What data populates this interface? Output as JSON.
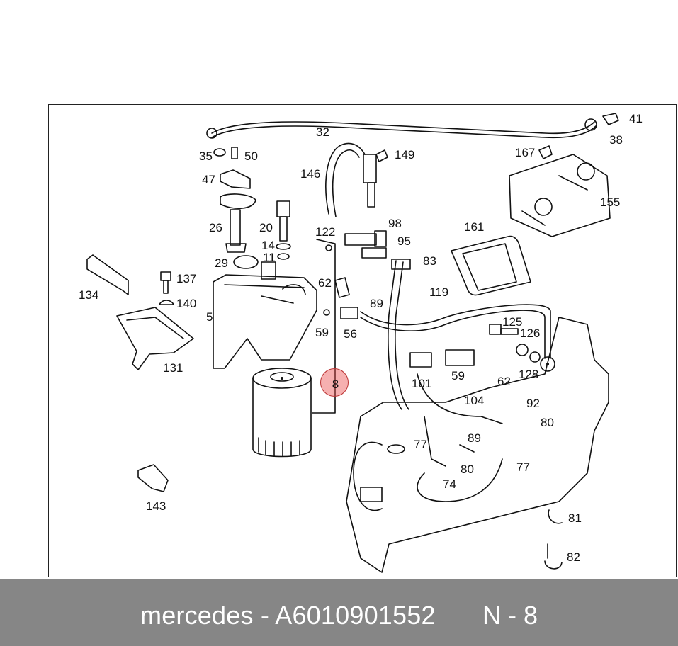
{
  "caption": {
    "text": "mercedes - A6010901552",
    "code": "N - 8"
  },
  "highlight": {
    "label": "8",
    "color": "#e05a5a"
  },
  "colors": {
    "caption_bg": "#868686",
    "caption_text": "#ffffff",
    "line": "#111111"
  },
  "labels": [
    "41",
    "32",
    "149",
    "38",
    "167",
    "35",
    "50",
    "146",
    "47",
    "155",
    "26",
    "20",
    "122",
    "98",
    "95",
    "161",
    "14",
    "11",
    "83",
    "29",
    "62",
    "134",
    "137",
    "140",
    "89",
    "119",
    "5",
    "125",
    "126",
    "59",
    "56",
    "128",
    "131",
    "101",
    "59",
    "62",
    "104",
    "92",
    "80",
    "77",
    "89",
    "80",
    "77",
    "74",
    "143",
    "81",
    "82"
  ]
}
